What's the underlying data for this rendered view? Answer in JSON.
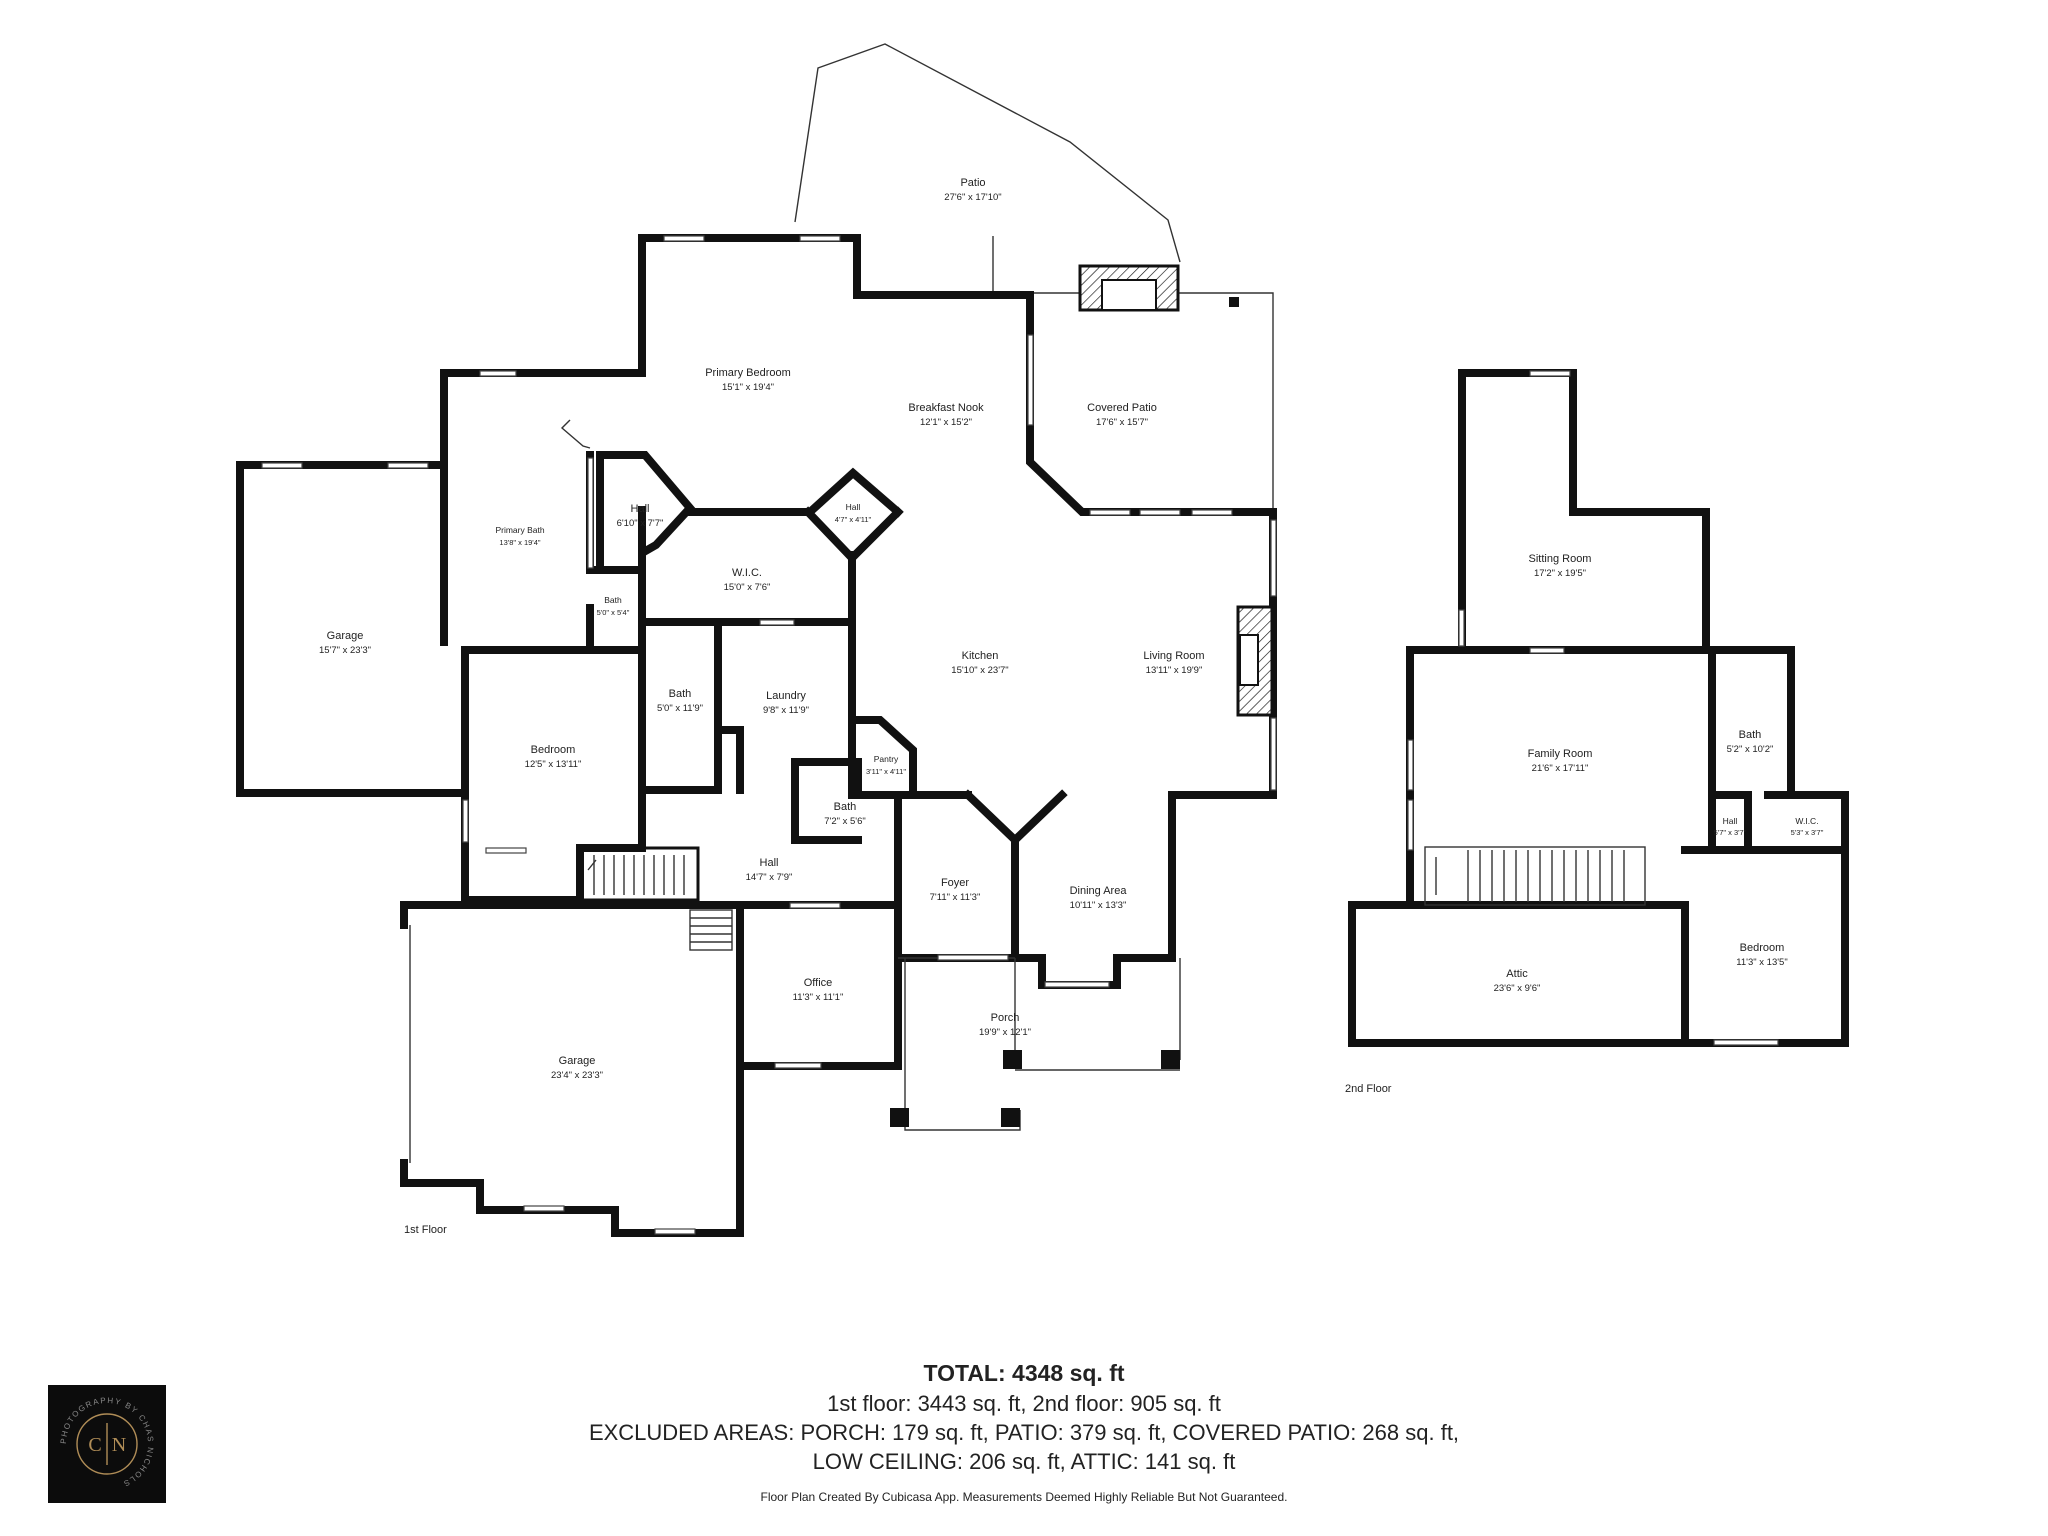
{
  "floors": {
    "first": "1st Floor",
    "second": "2nd Floor"
  },
  "rooms": {
    "patio": {
      "name": "Patio",
      "dim": "27'6\" x 17'10\""
    },
    "primary_bedroom": {
      "name": "Primary Bedroom",
      "dim": "15'1\" x 19'4\""
    },
    "breakfast_nook": {
      "name": "Breakfast Nook",
      "dim": "12'1\" x 15'2\""
    },
    "covered_patio": {
      "name": "Covered Patio",
      "dim": "17'6\" x 15'7\""
    },
    "primary_bath": {
      "name": "Primary Bath",
      "dim": "13'8\" x 19'4\""
    },
    "hall_a": {
      "name": "Hall",
      "dim": "6'10\" x 7'7\""
    },
    "hall_b": {
      "name": "Hall",
      "dim": "4'7\" x 4'11\""
    },
    "wic": {
      "name": "W.I.C.",
      "dim": "15'0\" x 7'6\""
    },
    "bath_small": {
      "name": "Bath",
      "dim": "5'0\" x 5'4\""
    },
    "garage_left": {
      "name": "Garage",
      "dim": "15'7\" x 23'3\""
    },
    "kitchen": {
      "name": "Kitchen",
      "dim": "15'10\" x 23'7\""
    },
    "living_room": {
      "name": "Living Room",
      "dim": "13'11\" x 19'9\""
    },
    "bath_a": {
      "name": "Bath",
      "dim": "5'0\" x 11'9\""
    },
    "laundry": {
      "name": "Laundry",
      "dim": "9'8\" x 11'9\""
    },
    "bedroom_1": {
      "name": "Bedroom",
      "dim": "12'5\" x 13'11\""
    },
    "pantry": {
      "name": "Pantry",
      "dim": "3'11\" x 4'11\""
    },
    "bath_b": {
      "name": "Bath",
      "dim": "7'2\" x 5'6\""
    },
    "hall_main": {
      "name": "Hall",
      "dim": "14'7\" x 7'9\""
    },
    "foyer": {
      "name": "Foyer",
      "dim": "7'11\" x 11'3\""
    },
    "dining": {
      "name": "Dining Area",
      "dim": "10'11\" x 13'3\""
    },
    "office": {
      "name": "Office",
      "dim": "11'3\" x 11'1\""
    },
    "porch": {
      "name": "Porch",
      "dim": "19'9\" x 12'1\""
    },
    "garage_main": {
      "name": "Garage",
      "dim": "23'4\" x 23'3\""
    },
    "sitting": {
      "name": "Sitting Room",
      "dim": "17'2\" x 19'5\""
    },
    "family": {
      "name": "Family Room",
      "dim": "21'6\" x 17'11\""
    },
    "bath_up": {
      "name": "Bath",
      "dim": "5'2\" x 10'2\""
    },
    "hall_up": {
      "name": "Hall",
      "dim": "5'7\" x 3'7\""
    },
    "wic_up": {
      "name": "W.I.C.",
      "dim": "5'3\" x 3'7\""
    },
    "attic": {
      "name": "Attic",
      "dim": "23'6\" x 9'6\""
    },
    "bedroom_up": {
      "name": "Bedroom",
      "dim": "11'3\" x 13'5\""
    }
  },
  "summary": {
    "total": "TOTAL: 4348 sq. ft",
    "line1": "1st floor: 3443 sq. ft, 2nd floor: 905 sq. ft",
    "line2": "EXCLUDED AREAS: PORCH: 179 sq. ft, PATIO: 379 sq. ft, COVERED PATIO: 268 sq. ft,",
    "line3": "LOW CEILING: 206 sq. ft, ATTIC: 141 sq. ft",
    "disclaimer": "Floor Plan Created By Cubicasa App. Measurements Deemed Highly Reliable But Not Guaranteed."
  },
  "logo": {
    "monogram_left": "C",
    "monogram_right": "N",
    "ring_text": "PHOTOGRAPHY BY CHAS NICHOLS",
    "gold": "#b08d57"
  }
}
